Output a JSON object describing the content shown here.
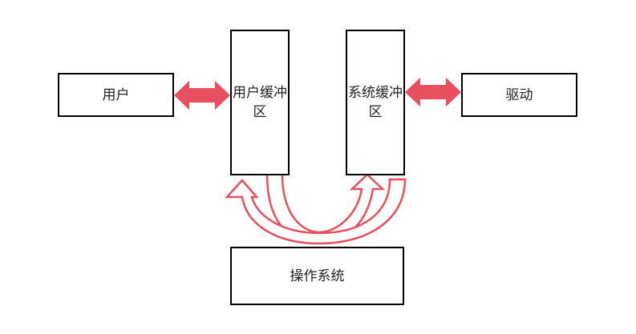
{
  "diagram": {
    "nodes": {
      "user": {
        "label": "用户"
      },
      "user_buffer": {
        "label": "用户缓冲区"
      },
      "system_buffer": {
        "label": "系统缓冲区"
      },
      "driver": {
        "label": "驱动"
      },
      "os": {
        "label": "操作系统"
      }
    },
    "edges": [
      {
        "from": "user",
        "to": "user_buffer",
        "direction": "bidirectional"
      },
      {
        "from": "system_buffer",
        "to": "driver",
        "direction": "bidirectional"
      },
      {
        "from": "user_buffer",
        "to": "system_buffer",
        "via": "os",
        "direction": "curved"
      },
      {
        "from": "system_buffer",
        "to": "user_buffer",
        "via": "os",
        "direction": "curved"
      }
    ],
    "colors": {
      "arrow": "#e8505f",
      "box_border": "#000000",
      "text": "#222222",
      "background": "#ffffff"
    }
  }
}
